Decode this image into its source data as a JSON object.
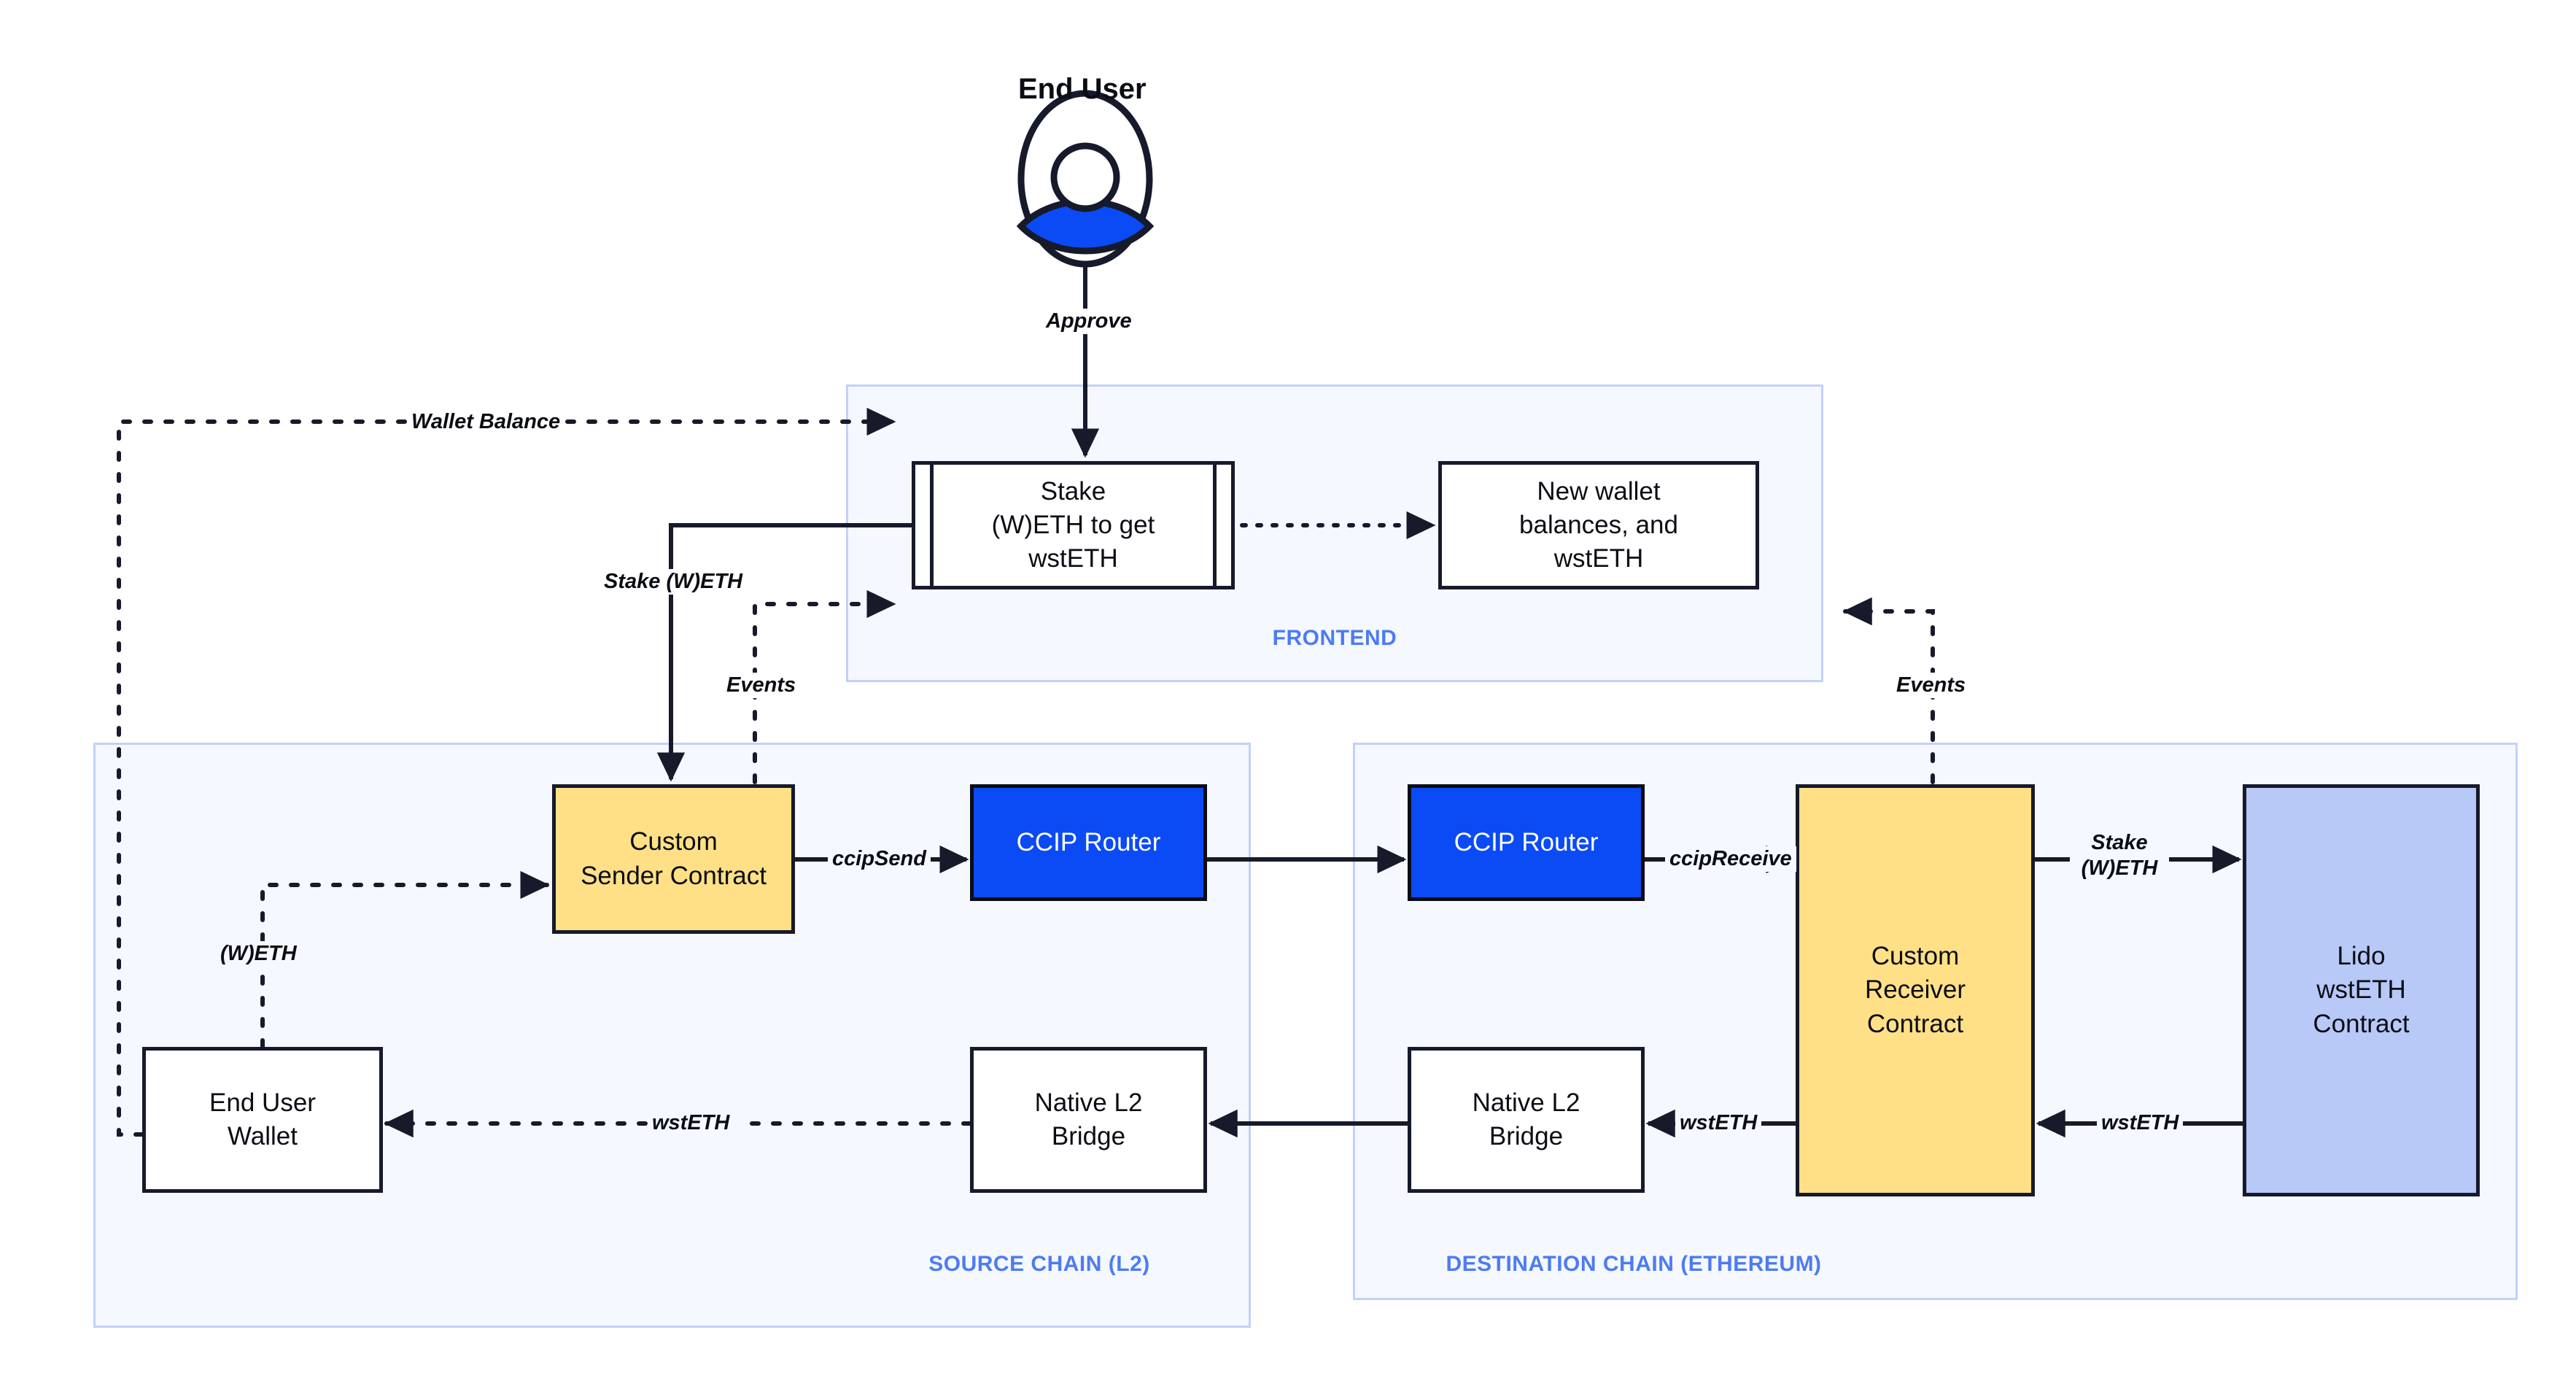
{
  "diagram": {
    "title": "CCIP cross-chain Lido wstETH staking architecture",
    "actor": {
      "label": "End User",
      "icon": "user-avatar-icon"
    },
    "zones": [
      {
        "id": "frontend",
        "label": "FRONTEND"
      },
      {
        "id": "source",
        "label": "SOURCE CHAIN (L2)"
      },
      {
        "id": "destination",
        "label": "DESTINATION CHAIN (ETHEREUM)"
      }
    ],
    "nodes": [
      {
        "id": "stake-form",
        "label": "Stake\n(W)ETH to get\nwstETH",
        "shape": "process",
        "fill": "white"
      },
      {
        "id": "new-balances",
        "label": "New wallet\nbalances, and\nwstETH",
        "shape": "rect",
        "fill": "white"
      },
      {
        "id": "sender-contract",
        "label": "Custom\nSender Contract",
        "shape": "rect",
        "fill": "yellow"
      },
      {
        "id": "router-source",
        "label": "CCIP Router",
        "shape": "rect",
        "fill": "blue"
      },
      {
        "id": "router-dest",
        "label": "CCIP Router",
        "shape": "rect",
        "fill": "blue"
      },
      {
        "id": "receiver-contract",
        "label": "Custom\nReceiver\nContract",
        "shape": "rect",
        "fill": "yellow"
      },
      {
        "id": "lido-contract",
        "label": "Lido\nwstETH\nContract",
        "shape": "rect",
        "fill": "lido"
      },
      {
        "id": "user-wallet",
        "label": "End User\nWallet",
        "shape": "rect",
        "fill": "white"
      },
      {
        "id": "bridge-source",
        "label": "Native L2\nBridge",
        "shape": "rect",
        "fill": "white"
      },
      {
        "id": "bridge-dest",
        "label": "Native L2\nBridge",
        "shape": "rect",
        "fill": "white"
      }
    ],
    "edges": [
      {
        "id": "approve",
        "label": "Approve",
        "from": "end-user",
        "to": "stake-form",
        "style": "solid"
      },
      {
        "id": "wallet-balance",
        "label": "Wallet Balance",
        "from": "user-wallet",
        "to": "stake-form",
        "style": "dashed"
      },
      {
        "id": "stake-weth",
        "label": "Stake (W)ETH",
        "from": "stake-form",
        "to": "sender-contract",
        "style": "solid"
      },
      {
        "id": "events-source",
        "label": "Events",
        "from": "sender-contract",
        "to": "stake-form",
        "style": "dashed"
      },
      {
        "id": "weth",
        "label": "(W)ETH",
        "from": "user-wallet",
        "to": "sender-contract",
        "style": "dashed"
      },
      {
        "id": "ccipsend",
        "label": "ccipSend",
        "from": "sender-contract",
        "to": "router-source",
        "style": "solid"
      },
      {
        "id": "ccip-hop",
        "label": "",
        "from": "router-source",
        "to": "router-dest",
        "style": "solid"
      },
      {
        "id": "ccipreceive",
        "label": "ccipReceive",
        "from": "router-dest",
        "to": "receiver-contract",
        "style": "solid"
      },
      {
        "id": "stake-weth-dest",
        "label": "Stake\n(W)ETH",
        "from": "receiver-contract",
        "to": "lido-contract",
        "style": "solid"
      },
      {
        "id": "wsteth-lido",
        "label": "wstETH",
        "from": "lido-contract",
        "to": "receiver-contract",
        "style": "solid"
      },
      {
        "id": "wsteth-bridge",
        "label": "wstETH",
        "from": "receiver-contract",
        "to": "bridge-dest",
        "style": "solid"
      },
      {
        "id": "bridge-hop",
        "label": "",
        "from": "bridge-dest",
        "to": "bridge-source",
        "style": "solid"
      },
      {
        "id": "wsteth-wallet",
        "label": "wstETH",
        "from": "bridge-source",
        "to": "user-wallet",
        "style": "dashed"
      },
      {
        "id": "events-dest",
        "label": "Events",
        "from": "receiver-contract",
        "to": "new-balances",
        "style": "dashed"
      },
      {
        "id": "balances-update",
        "label": "",
        "from": "stake-form",
        "to": "new-balances",
        "style": "dotted"
      }
    ],
    "colors": {
      "accent_blue": "#0b4bf5",
      "zone_border": "#c2d1fb",
      "zone_fill": "#f5f8ff",
      "zone_label": "#4d7bf3",
      "contract_yellow": "#ffe086",
      "lido_lavender": "#b8c8f7",
      "stroke": "#161a2b"
    }
  }
}
